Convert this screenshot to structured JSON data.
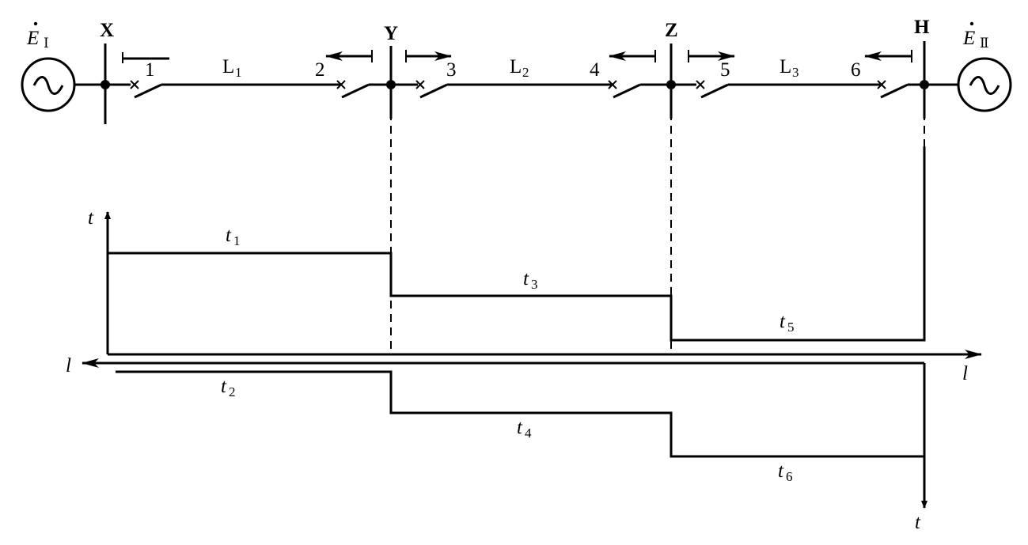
{
  "sources": {
    "left": {
      "symbol": "E",
      "subscript": "Ⅰ",
      "icon": "ac-source-icon",
      "glyph": "~"
    },
    "right": {
      "symbol": "E",
      "subscript": "Ⅱ",
      "icon": "ac-source-icon",
      "glyph": "~"
    }
  },
  "buses": {
    "x": "X",
    "y": "Y",
    "z": "Z",
    "h": "H"
  },
  "lines": {
    "l1": {
      "main": "L",
      "sub": "1"
    },
    "l2": {
      "main": "L",
      "sub": "2"
    },
    "l3": {
      "main": "L",
      "sub": "3"
    }
  },
  "breakers": [
    "1",
    "2",
    "3",
    "4",
    "5",
    "6"
  ],
  "axes": {
    "t_upper": "t",
    "t_lower": "t",
    "l_left": "l",
    "l_right": "l"
  },
  "times": {
    "t1": {
      "main": "t",
      "sub": "1"
    },
    "t2": {
      "main": "t",
      "sub": "2"
    },
    "t3": {
      "main": "t",
      "sub": "3"
    },
    "t4": {
      "main": "t",
      "sub": "4"
    },
    "t5": {
      "main": "t",
      "sub": "5"
    },
    "t6": {
      "main": "t",
      "sub": "6"
    }
  },
  "colors": {
    "stroke": "#000000",
    "background": "#ffffff"
  }
}
